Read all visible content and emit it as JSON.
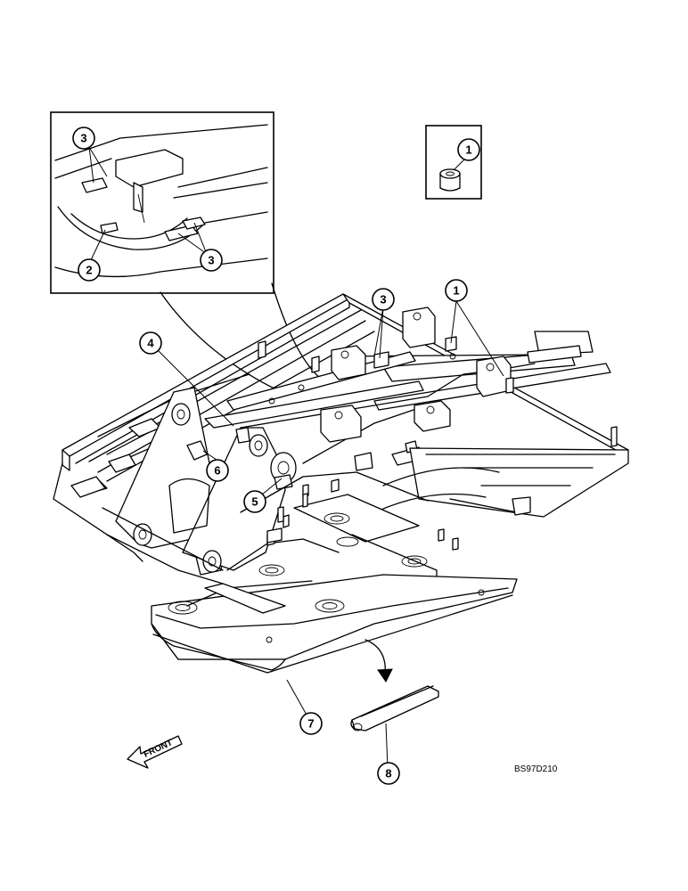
{
  "figure": {
    "drawing_code": "BS97D210",
    "direction_label": "FRONT"
  },
  "callouts": [
    {
      "id": "c1-inset",
      "label": "1"
    },
    {
      "id": "c1-main",
      "label": "1"
    },
    {
      "id": "c2-detail",
      "label": "2"
    },
    {
      "id": "c3-detail-a",
      "label": "3"
    },
    {
      "id": "c3-detail-b",
      "label": "3"
    },
    {
      "id": "c3-main",
      "label": "3"
    },
    {
      "id": "c4",
      "label": "4"
    },
    {
      "id": "c5",
      "label": "5"
    },
    {
      "id": "c6",
      "label": "6"
    },
    {
      "id": "c7",
      "label": "7"
    },
    {
      "id": "c8",
      "label": "8"
    }
  ]
}
